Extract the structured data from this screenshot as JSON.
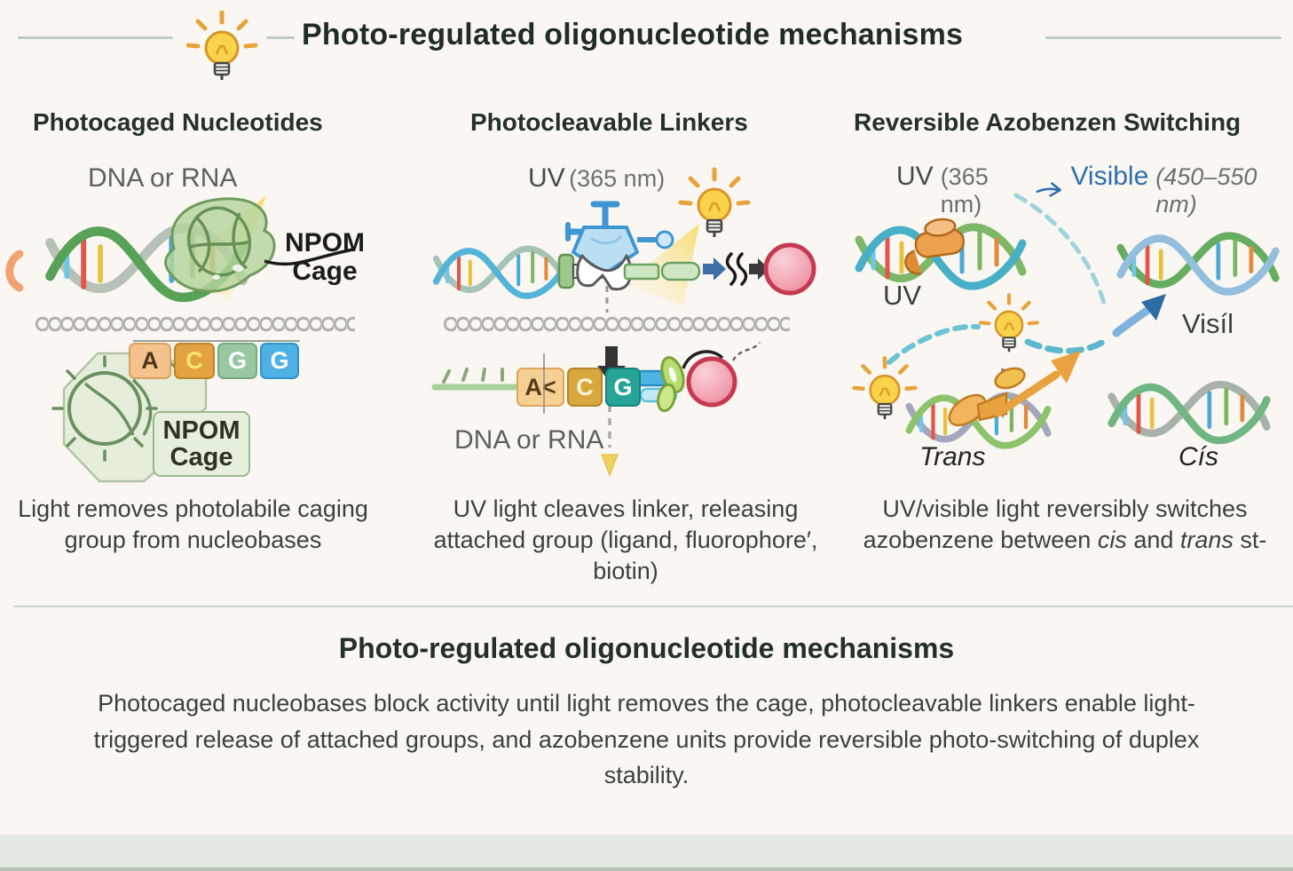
{
  "colors": {
    "background": "#faf7f2",
    "accent_yellow": "#f9d44b",
    "accent_blue": "#2e6fad",
    "pink_ball": "#ee8fa2",
    "divider": "#c9d6cb",
    "footer": "#e4e9e2",
    "text_dark": "#233028",
    "text_gray": "#5b625b"
  },
  "header": {
    "title": "Photo-regulated oligonucleotide mechanisms"
  },
  "panels": [
    {
      "title": "Photocaged Nucleotides",
      "dna_label": "DNA or RNA",
      "callout": {
        "line1": "NPOM",
        "line2": "Cage"
      },
      "sequence": [
        "A",
        "C",
        "G",
        "G"
      ],
      "cage_box": {
        "line1": "NPOM",
        "line2": "Cage"
      },
      "caption": "Light removes photolabile caging group from nucleobases"
    },
    {
      "title": "Photocleavable Linkers",
      "uv_label": "UV",
      "uv_nm": "(365 nm)",
      "sequence": [
        "A<",
        "C",
        "G"
      ],
      "dna_label": "DNA or RNA",
      "caption_lines": [
        "UV light cleaves linker, releasing",
        "attached group (ligand, fluorophore′,",
        "biotin)"
      ]
    },
    {
      "title": "Reversible Azobenzen Switching",
      "uv_label": "UV",
      "uv_nm": "(365 nm)",
      "visible_label": "Visible",
      "visible_nm": "(450–550 nm)",
      "uv_small": "UV",
      "visil_label": "Visíl",
      "trans_label": "Trans",
      "cis_label": "Cís",
      "caption_line1": "UV/visible light reversibly switches",
      "caption_line2": {
        "a": "azobenzene between ",
        "cis": "cis",
        "b": " and ",
        "trans": "trans",
        "c": " st-"
      }
    }
  ],
  "summary": {
    "title": "Photo-regulated oligonucleotide mechanisms",
    "body": "Photocaged nucleobases block activity until light removes the cage, photocleavable linkers enable light-triggered release of attached groups, and azobenzene units provide reversible photo-switching of duplex stability."
  }
}
